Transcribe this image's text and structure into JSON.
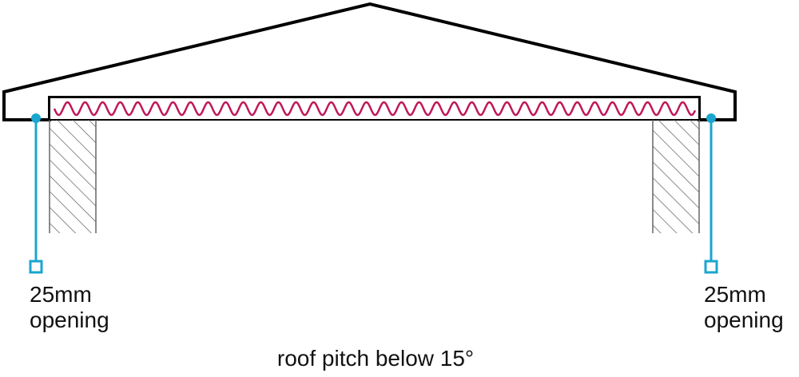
{
  "colors": {
    "roof_outline": "#000000",
    "insulation": "#c0185a",
    "vent_marker": "#1aa6d0",
    "wall_hatch": "#666666",
    "background": "#ffffff"
  },
  "annotations": {
    "left_opening": {
      "line1": "25mm",
      "line2": "opening"
    },
    "right_opening": {
      "line1": "25mm",
      "line2": "opening"
    },
    "caption": "roof pitch below 15°"
  }
}
